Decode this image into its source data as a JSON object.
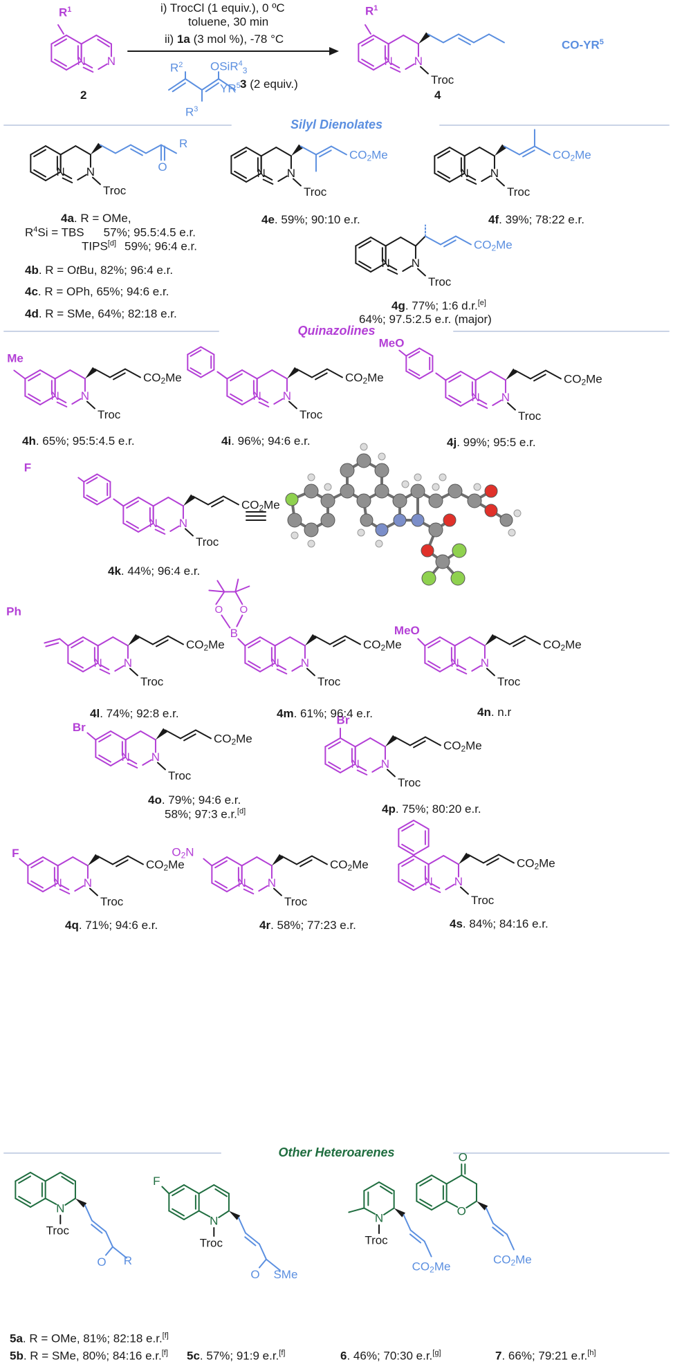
{
  "colors": {
    "blue": "#5b8fe0",
    "magenta": "#b33fd6",
    "green": "#1f6d3f",
    "black": "#1a1a1a",
    "rule": "#c9d3e6"
  },
  "scheme": {
    "step1": "i) TrocCl (1 equiv.), 0 ºC",
    "step1b": "toluene, 30 min",
    "step2_pre": "ii) ",
    "step2_cmp": "1a",
    "step2_post": " (3 mol %), -78 °C",
    "reagent_label": "3",
    "reagent_equiv": " (2 equiv.)",
    "start_label": "2",
    "product_label": "4",
    "product_side": "CO-YR",
    "product_side_sup": "5",
    "r1": "R",
    "r1_sup": "1",
    "r2": "R",
    "r2_sup": "2",
    "r3": "R",
    "r3_sup": "3",
    "osir": "OSiR",
    "osir_sup": "4",
    "osir_post": "3",
    "yr": "YR",
    "yr_sup": "5"
  },
  "sections": {
    "silyl": "Silyl Dienolates",
    "quinazolines": "Quinazolines",
    "other": "Other Heteroarenes"
  },
  "atoms": {
    "N": "N",
    "O": "O",
    "Troc": "Troc",
    "R": "R",
    "co2me": "CO",
    "co2me_sub": "2",
    "co2me_post": "Me",
    "Me": "Me",
    "Ph": "Ph",
    "MeO": "MeO",
    "F": "F",
    "Br": "Br",
    "B": "B",
    "O2N": "O",
    "O2N_sub": "2",
    "O2N_post": "N",
    "SMe": "SMe"
  },
  "captions": {
    "c4a_1": ". R = OMe,",
    "c4a_id": "4a",
    "c4a_2": "Si = TBS",
    "c4a_2pre": "R",
    "c4a_2sup": "4",
    "c4a_2val": "57%; 95.5:4.5 e.r.",
    "c4a_3": "TIPS",
    "c4a_3sup": "[d]",
    "c4a_3val": "59%; 96:4 e.r.",
    "c4b_id": "4b",
    "c4b_a": ". R = O",
    "c4b_b": "t",
    "c4b_c": "Bu,  82%; 96:4 e.r.",
    "c4c_id": "4c",
    "c4c": ". R = OPh, 65%; 94:6 e.r.",
    "c4d_id": "4d",
    "c4d": ". R = SMe, 64%; 82:18 e.r.",
    "c4e_id": "4e",
    "c4e": ". 59%; 90:10 e.r.",
    "c4f_id": "4f",
    "c4f": ". 39%; 78:22 e.r.",
    "c4g_id": "4g",
    "c4g": ". 77%; 1:6 d.r.",
    "c4g_sup": "[e]",
    "c4g_2": "64%; 97.5:2.5 e.r. (major)",
    "c4h_id": "4h",
    "c4h": ". 65%; 95:5:4.5 e.r.",
    "c4i_id": "4i",
    "c4i": ". 96%; 94:6 e.r.",
    "c4j_id": "4j",
    "c4j": ". 99%; 95:5 e.r.",
    "c4k_id": "4k",
    "c4k": ". 44%; 96:4 e.r.",
    "c4l_id": "4l",
    "c4l": ". 74%; 92:8 e.r.",
    "c4m_id": "4m",
    "c4m": ". 61%; 96:4 e.r.",
    "c4n_id": "4n",
    "c4n": ". n.r",
    "c4o_id": "4o",
    "c4o": ". 79%; 94:6 e.r.",
    "c4o_2": "58%; 97:3 e.r.",
    "c4o_2sup": "[d]",
    "c4p_id": "4p",
    "c4p": ". 75%; 80:20 e.r.",
    "c4q_id": "4q",
    "c4q": ". 71%; 94:6 e.r.",
    "c4r_id": "4r",
    "c4r": ". 58%; 77:23 e.r.",
    "c4s_id": "4s",
    "c4s": ". 84%; 84:16 e.r.",
    "c5a_id": "5a",
    "c5a": ". R = OMe, 81%; 82:18 e.r.",
    "c5a_sup": "[f]",
    "c5b_id": "5b",
    "c5b": ". R = SMe, 80%; 84:16 e.r.",
    "c5b_sup": "[f]",
    "c5c_id": "5c",
    "c5c": ". 57%; 91:9 e.r.",
    "c5c_sup": "[f]",
    "c6_id": "6",
    "c6": ". 46%; 70:30 e.r.",
    "c6_sup": "[g]",
    "c7_id": "7",
    "c7": ". 66%; 79:21 e.r.",
    "c7_sup": "[h]"
  }
}
